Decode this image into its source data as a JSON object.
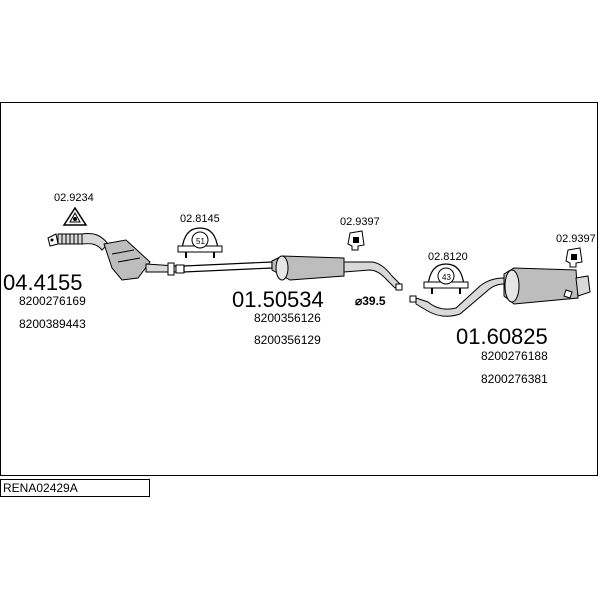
{
  "reference": "RENA02429A",
  "parts": {
    "catalyst": {
      "number": "04.4155",
      "oem": [
        "8200276169",
        "8200389443"
      ]
    },
    "middle_silencer": {
      "number": "01.50534",
      "diameter": "⌀39.5",
      "oem": [
        "8200356126",
        "8200356129"
      ]
    },
    "rear_silencer": {
      "number": "01.60825",
      "oem": [
        "8200276188",
        "8200276381"
      ]
    }
  },
  "accessories": {
    "gasket": {
      "number": "02.9234"
    },
    "clamp_51": {
      "number": "02.8145",
      "size": "51"
    },
    "hanger_mid": {
      "number": "02.9397"
    },
    "clamp_43": {
      "number": "02.8120",
      "size": "43"
    },
    "hanger_rear": {
      "number": "02.9397"
    }
  }
}
